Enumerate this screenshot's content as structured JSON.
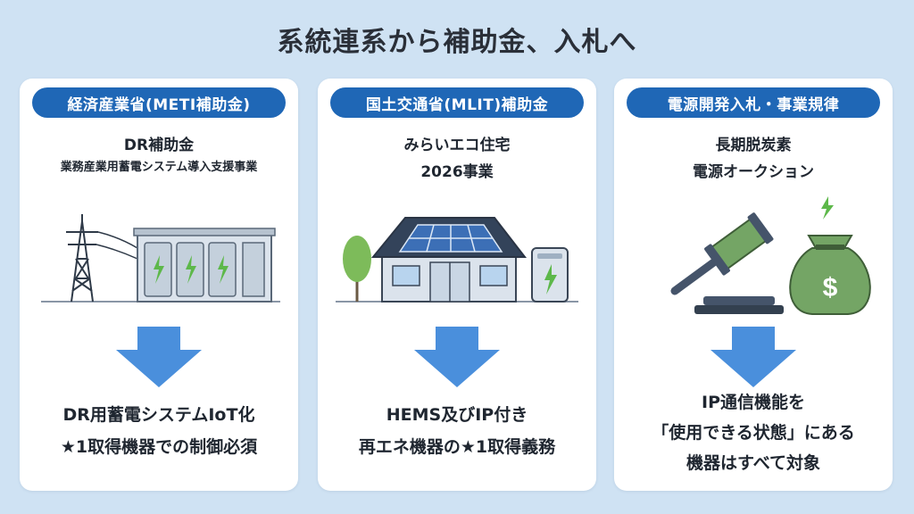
{
  "page": {
    "title": "系統連系から補助金、入札へ"
  },
  "cards": [
    {
      "header": "経済産業省(METI補助金)",
      "subtitle": "DR補助金",
      "subtitle_detail": "業務産業用蓄電システム導入支援事業",
      "illustration": "battery-storage-with-transmission-tower",
      "results": [
        "DR用蓄電システムIoT化",
        "★1取得機器での制御必須"
      ]
    },
    {
      "header": "国土交通省(MLIT)補助金",
      "subtitle_lines": [
        "みらいエコ住宅",
        "2026事業"
      ],
      "illustration": "solar-house-with-home-battery",
      "results": [
        "HEMS及びIP付き",
        "再エネ機器の★1取得義務"
      ]
    },
    {
      "header": "電源開発入札・事業規律",
      "subtitle_lines": [
        "長期脱炭素",
        "電源オークション"
      ],
      "illustration": "auction-gavel-and-money-bag",
      "results": [
        "IP通信機能を",
        "「使用できる状態」にある",
        "機器はすべて対象"
      ]
    }
  ],
  "colors": {
    "background": "#cfe2f3",
    "pill": "#1f67b6",
    "arrow": "#4a8fdc",
    "energy_green": "#5db84a"
  }
}
